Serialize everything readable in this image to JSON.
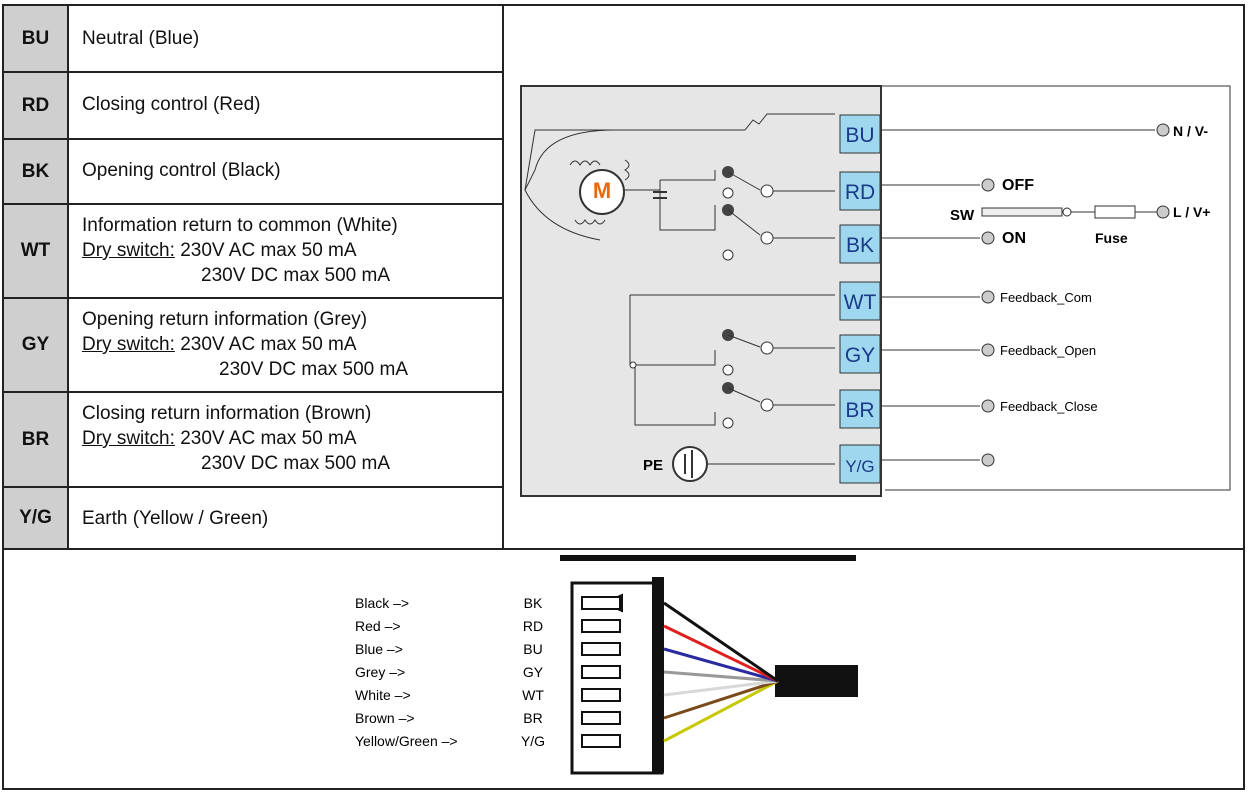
{
  "rows": [
    {
      "code": "BU",
      "desc": "Neutral (Blue)"
    },
    {
      "code": "RD",
      "desc": "Closing control (Red)"
    },
    {
      "code": "BK",
      "desc": "Opening control (Black)"
    },
    {
      "code": "WT",
      "desc": "Information return to common (White)",
      "dry": "Dry switch:",
      "ac": "230V AC max 50 mA",
      "dc": "230V DC max 500 mA"
    },
    {
      "code": "GY",
      "desc": "Opening return information (Grey)",
      "dry": "Dry switch:",
      "ac": "230V AC max 50 mA",
      "dc": "230V DC max 500 mA"
    },
    {
      "code": "BR",
      "desc": "Closing return information (Brown)",
      "dry": "Dry switch:",
      "ac": "230V AC max 50 mA",
      "dc": "230V DC max 500 mA"
    },
    {
      "code": "Y/G",
      "desc": "Earth (Yellow / Green)"
    }
  ],
  "schematic": {
    "terminals": [
      "BU",
      "RD",
      "BK",
      "WT",
      "GY",
      "BR",
      "Y/G"
    ],
    "motor_label": "M",
    "pe_label": "PE",
    "sw_label": "SW",
    "fuse_label": "Fuse",
    "off_label": "OFF",
    "on_label": "ON",
    "n_label": "N / V-",
    "l_label": "L / V+",
    "feedback_com": "Feedback_Com",
    "feedback_open": "Feedback_Open",
    "feedback_close": "Feedback_Close",
    "terminal_fill": "#9fd7ee"
  },
  "connector": {
    "colors": [
      "Black –>",
      "Red –>",
      "Blue –>",
      "Grey –>",
      "White –>",
      "Brown –>",
      "Yellow/Green –>"
    ],
    "codes": [
      "BK",
      "RD",
      "BU",
      "GY",
      "WT",
      "BR",
      "Y/G"
    ],
    "wire_colors": [
      "#111111",
      "#e02020",
      "#2a2aa0",
      "#999999",
      "#d8d8d8",
      "#7a4a1a",
      "#c8c800"
    ]
  }
}
